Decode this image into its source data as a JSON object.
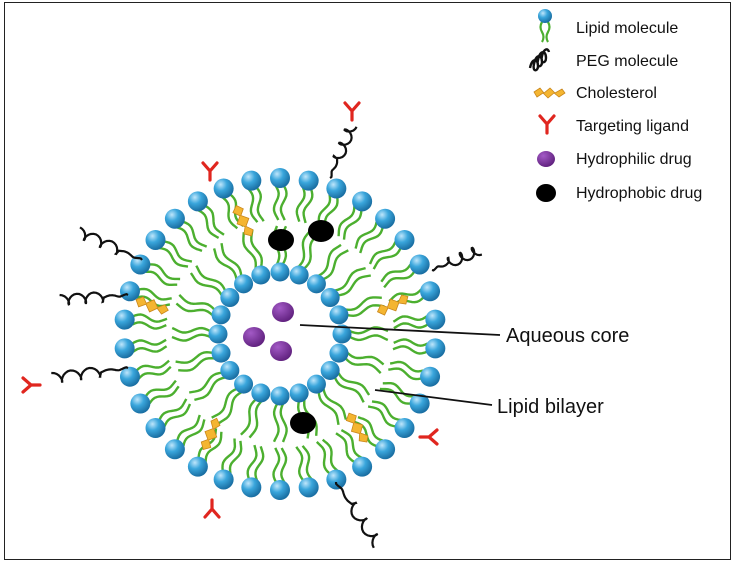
{
  "legend": {
    "items": [
      {
        "icon": "lipid-molecule-icon",
        "label": "Lipid molecule"
      },
      {
        "icon": "peg-molecule-icon",
        "label": "PEG molecule"
      },
      {
        "icon": "cholesterol-icon",
        "label": "Cholesterol"
      },
      {
        "icon": "targeting-ligand-icon",
        "label": "Targeting ligand"
      },
      {
        "icon": "hydrophilic-drug-icon",
        "label": "Hydrophilic drug"
      },
      {
        "icon": "hydrophobic-drug-icon",
        "label": "Hydrophobic drug"
      }
    ]
  },
  "callouts": {
    "aqueous_core": "Aqueous core",
    "lipid_bilayer": "Lipid bilayer"
  },
  "colors": {
    "lipid_head": "#2f9ed6",
    "lipid_tail": "#4caf2f",
    "peg": "#111111",
    "cholesterol": "#f4b531",
    "ligand": "#e0261f",
    "hydrophilic_drug": "#7b2f9e",
    "hydrophobic_drug": "#000000"
  }
}
